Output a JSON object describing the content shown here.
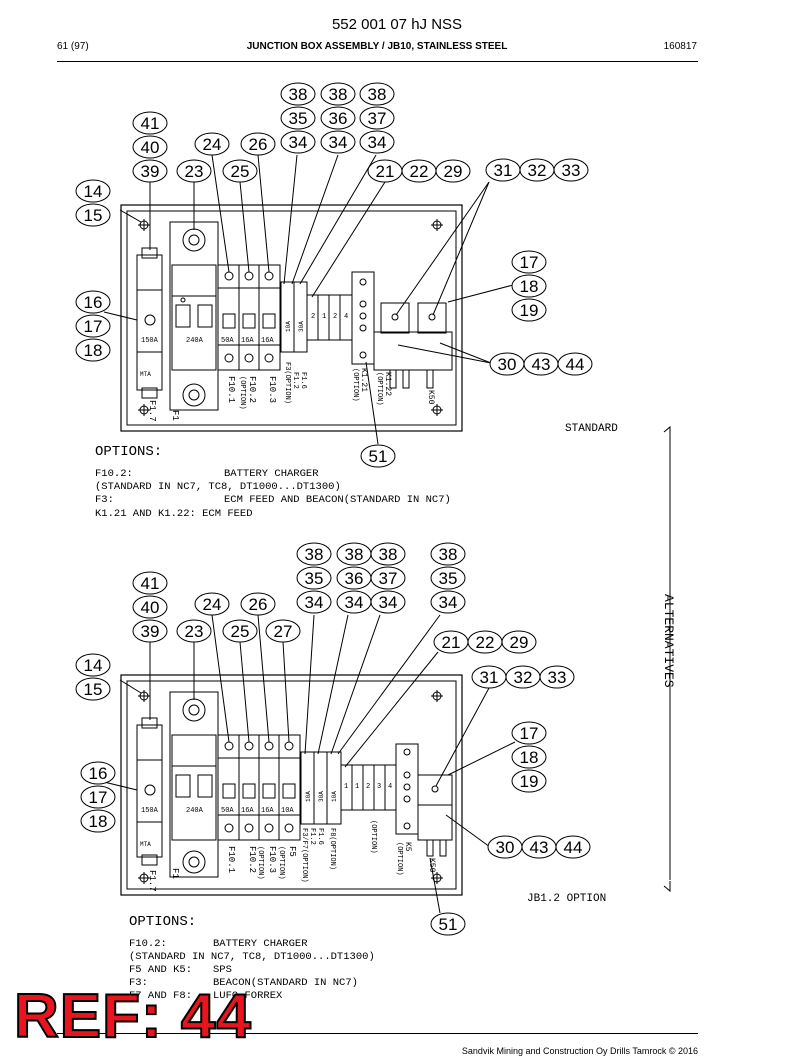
{
  "header": {
    "doc_number": "552 001 07 hJ NSS",
    "page": "61 (97)",
    "title": "JUNCTION BOX ASSEMBLY / JB10, STAINLESS STEEL",
    "code": "160817"
  },
  "top": {
    "bubbles": {
      "b41": "41",
      "b40": "40",
      "b39": "39",
      "b14": "14",
      "b15": "15",
      "b16": "16",
      "b17l": "17",
      "b18l": "18",
      "b24": "24",
      "b23": "23",
      "b26": "26",
      "b25": "25",
      "b38a": "38",
      "b38b": "38",
      "b38c": "38",
      "b35": "35",
      "b36": "36",
      "b37": "37",
      "b34a": "34",
      "b34b": "34",
      "b34c": "34",
      "b21": "21",
      "b22": "22",
      "b29": "29",
      "b31": "31",
      "b32": "32",
      "b33": "33",
      "b17r": "17",
      "b18r": "18",
      "b19r": "19",
      "b30": "30",
      "b43": "43",
      "b44": "44",
      "b51": "51"
    },
    "labels": {
      "f150": "150A",
      "f240": "240A",
      "f50": "50A",
      "f16a": "16A",
      "f16b": "16A",
      "f10": "10A",
      "f30": "30A",
      "r2": "2",
      "r1": "1",
      "r2b": "2",
      "r4": "4",
      "mta": "MTA",
      "F1": "F1",
      "F17": "F1.7",
      "F101": "F10.1",
      "F102": "F10.2",
      "F102o": "(OPTION)",
      "F103": "F10.3",
      "F16": "F1.6",
      "F12": "F1.2",
      "F3o": "F3(OPTION)",
      "K121": "K1.21",
      "K121o": "(OPTION)",
      "K122": "K1.22",
      "K122o": "(OPTION)",
      "K50": "K50",
      "standard": "STANDARD"
    },
    "options": {
      "heading": "OPTIONS:",
      "l1a": "F10.2:",
      "l1b": "BATTERY CHARGER",
      "l2": "(STANDARD IN NC7, TC8, DT1000...DT1300)",
      "l3a": "F3:",
      "l3b": "ECM FEED AND BEACON(STANDARD IN NC7)",
      "l4": "K1.21 AND K1.22: ECM FEED"
    }
  },
  "bottom": {
    "bubbles": {
      "b41": "41",
      "b40": "40",
      "b39": "39",
      "b14": "14",
      "b15": "15",
      "b16": "16",
      "b17l": "17",
      "b18l": "18",
      "b24": "24",
      "b23": "23",
      "b26": "26",
      "b25": "25",
      "b27": "27",
      "b38a": "38",
      "b38b": "38",
      "b38c": "38",
      "b38d": "38",
      "b35a": "35",
      "b36": "36",
      "b37": "37",
      "b35b": "35",
      "b34a": "34",
      "b34b": "34",
      "b34c": "34",
      "b34d": "34",
      "b21": "21",
      "b22": "22",
      "b29": "29",
      "b31": "31",
      "b32": "32",
      "b33": "33",
      "b17r": "17",
      "b18r": "18",
      "b19r": "19",
      "b30": "30",
      "b43": "43",
      "b44": "44",
      "b51": "51"
    },
    "labels": {
      "f150": "150A",
      "f240": "240A",
      "f50": "50A",
      "f16a": "16A",
      "f16b": "16A",
      "f10b": "10A",
      "f10": "10A",
      "f30": "30A",
      "f10c": "10A",
      "r1": "1",
      "r1b": "1",
      "r2": "2",
      "r3": "3",
      "r4": "4",
      "mta": "MTA",
      "F1": "F1",
      "F17": "F1.7",
      "F101": "F10.1",
      "F102": "F10.2",
      "F102o": "(OPTION)",
      "F103": "F10.3",
      "F5": "F5",
      "F5o": "(OPTION)",
      "F3F7": "F3/F7(OPTION)",
      "F12": "F1.2",
      "F16": "F1.6",
      "F8": "F8(OPTION)",
      "opt": "(OPTION)",
      "K5": "K5",
      "K5o": "(OPTION)",
      "K50": "K50",
      "alternatives": "ALTERNATIVES",
      "jb12": "JB1.2 OPTION"
    },
    "options": {
      "heading": "OPTIONS:",
      "l1a": "F10.2:",
      "l1b": "BATTERY CHARGER",
      "l2": "(STANDARD IN NC7, TC8, DT1000...DT1300)",
      "l3a": "F5 AND K5:",
      "l3b": "SPS",
      "l4a": "F3:",
      "l4b": "BEACON(STANDARD IN NC7)",
      "l5a": "F7 AND F8:",
      "l5b": "LUFO FORREX"
    }
  },
  "stamp": {
    "text": "REF: 44",
    "color": "#e8141e"
  },
  "footer": {
    "text": "Sandvik Mining and Construction Oy Drills Tamrock © 2016"
  }
}
